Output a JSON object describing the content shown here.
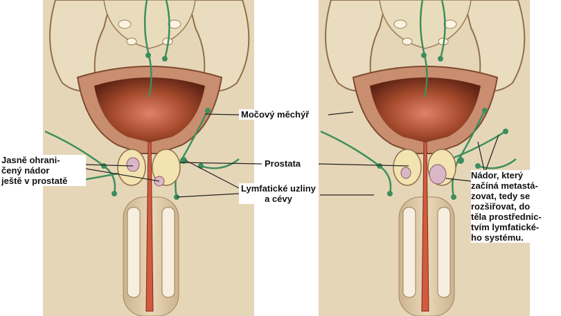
{
  "labels": {
    "bladder": "Močový měchýř",
    "prostate": "Prostata",
    "lymph": "Lymfatické uzliny\na cévy",
    "tumor_contained": "Jasně ohrani-\nčený nádor\nještě v prostatě",
    "tumor_spreading": "Nádor, který\nzačíná metastá-\nzovat, tedy se\nrozšiřovat, do\ntěla prostřednic-\ntvím lymfatické-\nho systému."
  },
  "colors": {
    "background_tissue": "#e6d6b8",
    "bone": "#f1e7cf",
    "bladder_wall": "#c98d6f",
    "bladder_lumen": "#8a3a22",
    "lymph": "#3b8f5c",
    "prostate": "#f2e3b0",
    "tumor": "#d9b7c6",
    "urethra": "#d25b3f",
    "leader_line": "#222222"
  }
}
